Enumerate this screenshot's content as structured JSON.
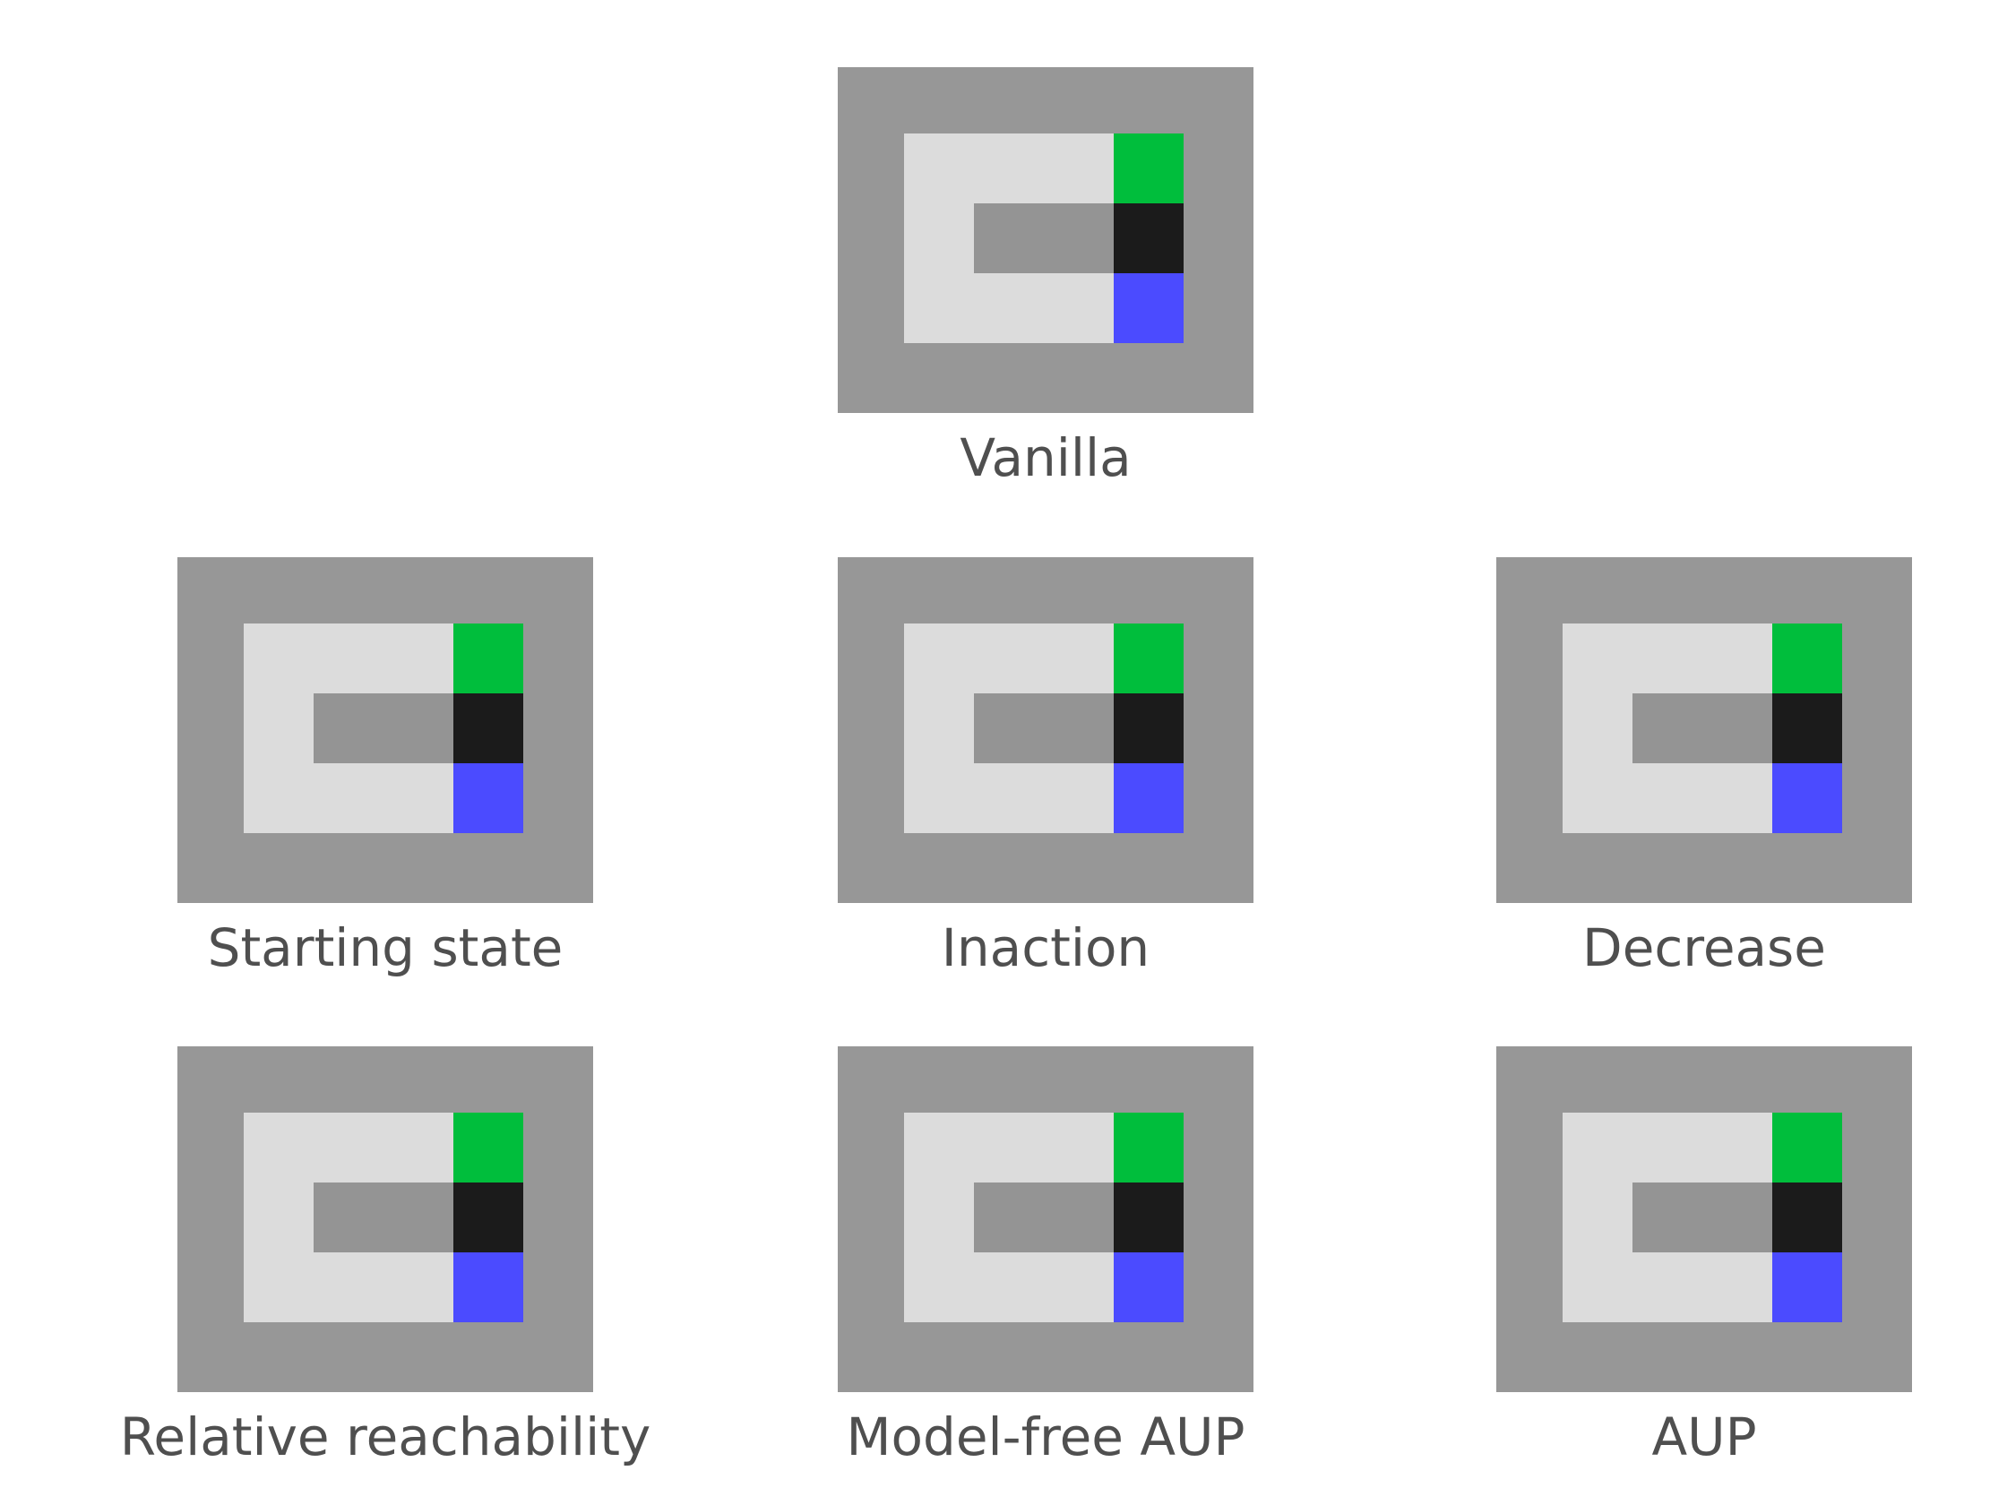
{
  "colors": {
    "wall": "#979797",
    "floor": "#dcdcdc",
    "inner_wall": "#949494",
    "goal": "#00be3c",
    "agent": "#1b1b1b",
    "box": "#4b4bff",
    "caption": "#4f4f4f"
  },
  "grid": {
    "legend_cells": [
      "green-cell",
      "black-cell",
      "blue-cell"
    ]
  },
  "panels": [
    {
      "name": "vanilla",
      "caption": "Vanilla"
    },
    {
      "name": "starting-state",
      "caption": "Starting state"
    },
    {
      "name": "inaction",
      "caption": "Inaction"
    },
    {
      "name": "decrease",
      "caption": "Decrease"
    },
    {
      "name": "relative-reachability",
      "caption": "Relative reachability"
    },
    {
      "name": "model-free-aup",
      "caption": "Model-free AUP"
    },
    {
      "name": "aup",
      "caption": "AUP"
    }
  ]
}
